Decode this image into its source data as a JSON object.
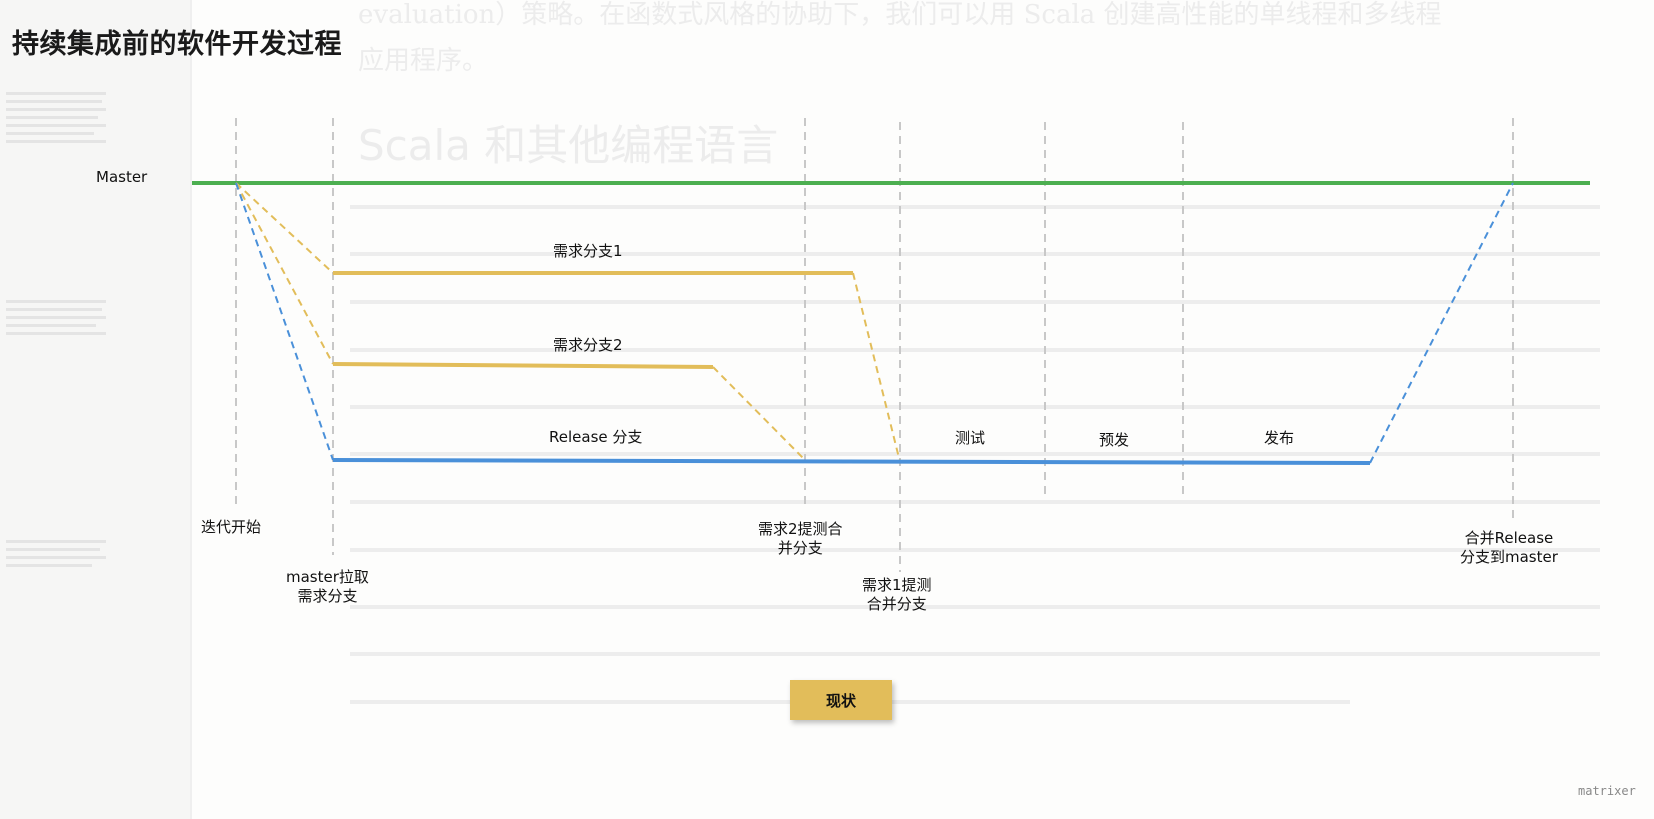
{
  "title": "持续集成前的软件开发过程",
  "labels": {
    "master": "Master",
    "branch1": "需求分支1",
    "branch2": "需求分支2",
    "release": "Release 分支",
    "test": "测试",
    "prerelease": "预发",
    "publish": "发布",
    "iter_start": "迭代开始",
    "pull_line1": "master拉取",
    "pull_line2": "需求分支",
    "merge2_line1": "需求2提测合",
    "merge2_line2": "并分支",
    "merge1_line1": "需求1提测",
    "merge1_line2": "合并分支",
    "mergemaster_line1": "合并Release",
    "mergemaster_line2": "分支到master"
  },
  "button": "现状",
  "watermark": "matrixer",
  "colors": {
    "master": "#4caf50",
    "feature": "#e2bd5a",
    "release": "#4a90d9",
    "guide": "#c8c8c8"
  },
  "ghost_text": {
    "heading": "Scala 和其他编程语言",
    "line1": "evaluation）策略。在函数式风格的协助下，我们可以用 Scala 创建高性能的单线程和多线程",
    "line2": "应用程序。"
  }
}
